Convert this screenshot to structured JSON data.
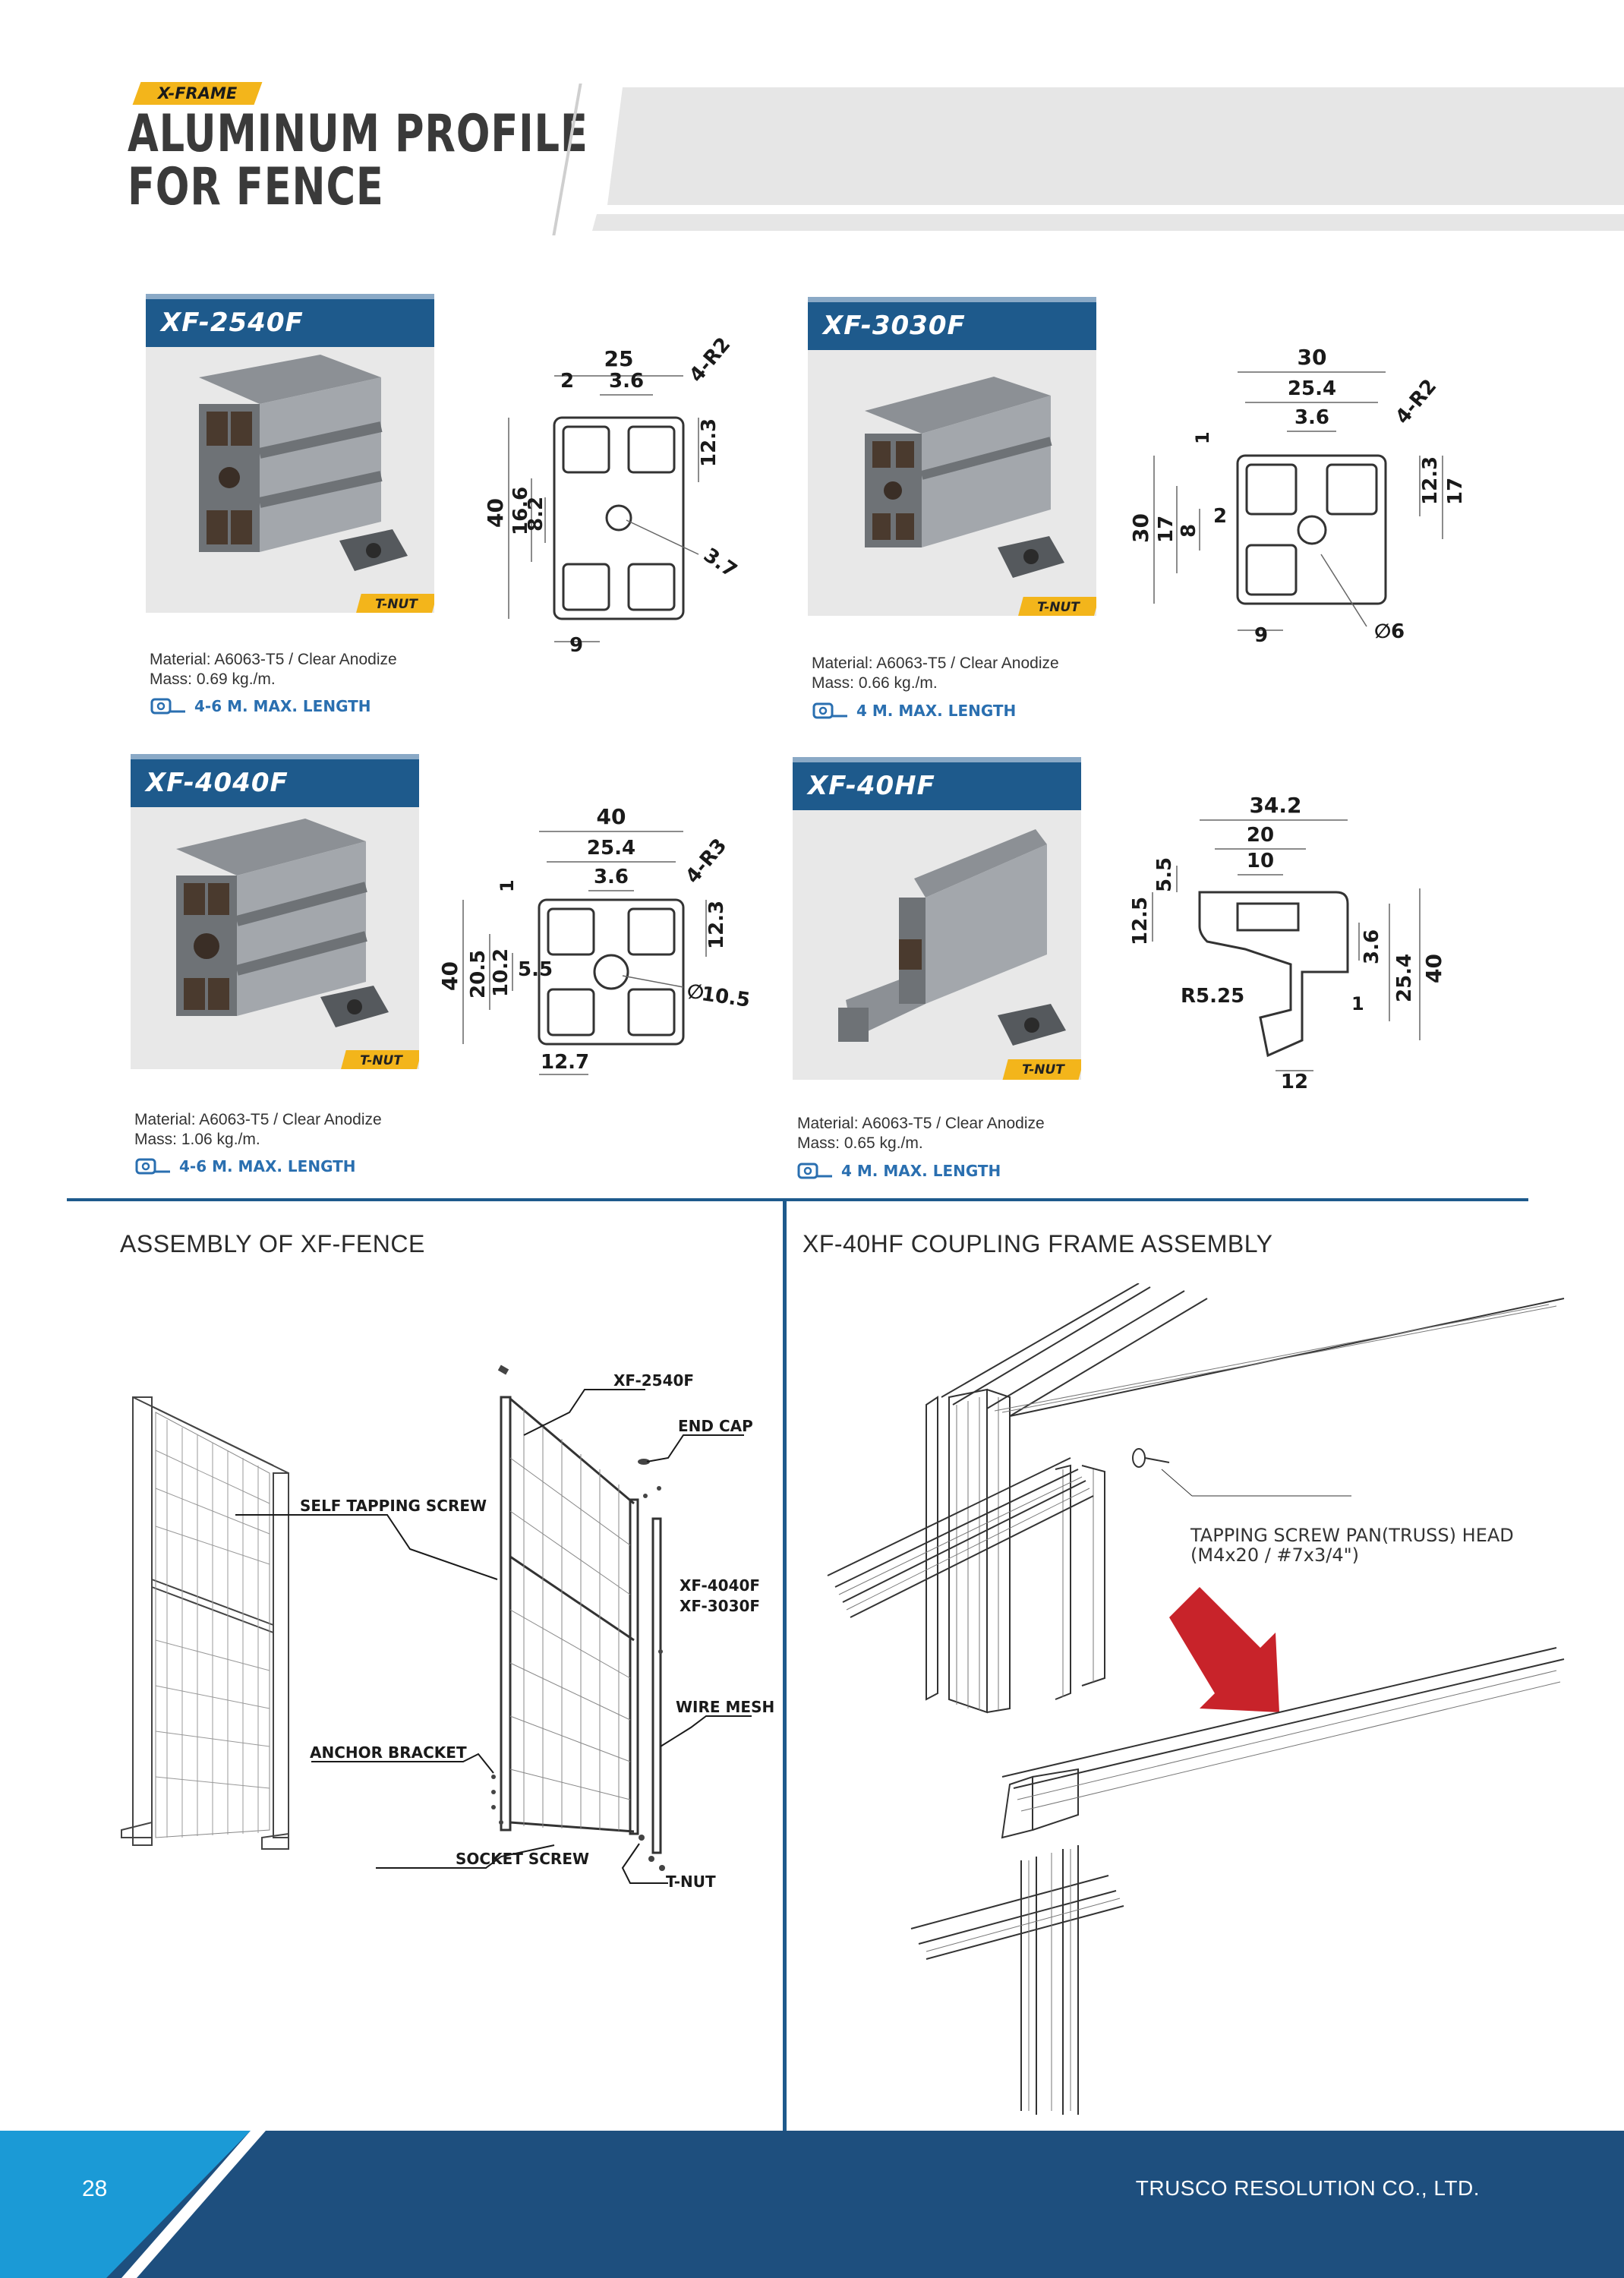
{
  "header": {
    "tag": "X-FRAME",
    "title_line1": "ALUMINUM PROFILE",
    "title_line2": "FOR FENCE"
  },
  "products": [
    {
      "name": "XF-2540F",
      "tnut": "T-NUT",
      "material": "Material: A6063-T5 / Clear Anodize",
      "mass": "Mass: 0.69 kg./m.",
      "length": "4-6 M. MAX. LENGTH",
      "dims": {
        "w": "25",
        "a": "2",
        "b": "3.6",
        "r": "4-R2",
        "h": "40",
        "c": "16.6",
        "d": "8.2",
        "e": "12.3",
        "hole": "3.7",
        "bottom": "9"
      }
    },
    {
      "name": "XF-3030F",
      "tnut": "T-NUT",
      "material": "Material: A6063-T5 / Clear Anodize",
      "mass": "Mass: 0.66 kg./m.",
      "length": "4 M. MAX. LENGTH",
      "dims": {
        "w": "30",
        "a": "25.4",
        "b": "3.6",
        "r": "4-R2",
        "t": "1",
        "h": "30",
        "c": "17",
        "d": "8",
        "e": "2",
        "f": "12.3",
        "g": "17",
        "bottom": "9",
        "hole": "6"
      }
    },
    {
      "name": "XF-4040F",
      "tnut": "T-NUT",
      "material": "Material: A6063-T5 / Clear Anodize",
      "mass": "Mass: 1.06 kg./m.",
      "length": "4-6 M. MAX. LENGTH",
      "dims": {
        "w": "40",
        "a": "25.4",
        "b": "3.6",
        "r": "4-R3",
        "t": "1",
        "h": "40",
        "c": "20.5",
        "d": "10.2",
        "e": "5.5",
        "f": "12.3",
        "hole": "10.5",
        "bottom": "12.7"
      }
    },
    {
      "name": "XF-40HF",
      "tnut": "T-NUT",
      "material": "Material: A6063-T5 / Clear Anodize",
      "mass": "Mass: 0.65 kg./m.",
      "length": "4 M. MAX. LENGTH",
      "dims": {
        "w": "34.2",
        "a": "20",
        "b": "10",
        "c": "5.5",
        "d": "12.5",
        "r": "R5.25",
        "e": "3.6",
        "f": "25.4",
        "g": "40",
        "t": "1",
        "bottom": "12"
      }
    }
  ],
  "sections": {
    "left_title": "ASSEMBLY OF XF-FENCE",
    "right_title": "XF-40HF COUPLING FRAME ASSEMBLY"
  },
  "assembly_labels": {
    "xf2540f": "XF-2540F",
    "end_cap": "END CAP",
    "self_tapping": "SELF TAPPING SCREW",
    "xf4040f": "XF-4040F",
    "xf3030f": "XF-3030F",
    "wire_mesh": "WIRE MESH",
    "anchor_bracket": "ANCHOR BRACKET",
    "socket_screw": "SOCKET SCREW",
    "tnut": "T-NUT"
  },
  "coupling_labels": {
    "line1": "TAPPING SCREW PAN(TRUSS) HEAD",
    "line2": "(M4x20 / #7x3/4\")"
  },
  "footer": {
    "page": "28",
    "company": "TRUSCO RESOLUTION CO., LTD."
  },
  "colors": {
    "brand_blue": "#1e5a8c",
    "accent_yellow": "#f3b51b",
    "light_blue": "#1b9ad6",
    "length_blue": "#2a6fb0",
    "arrow_red": "#c8232a"
  }
}
